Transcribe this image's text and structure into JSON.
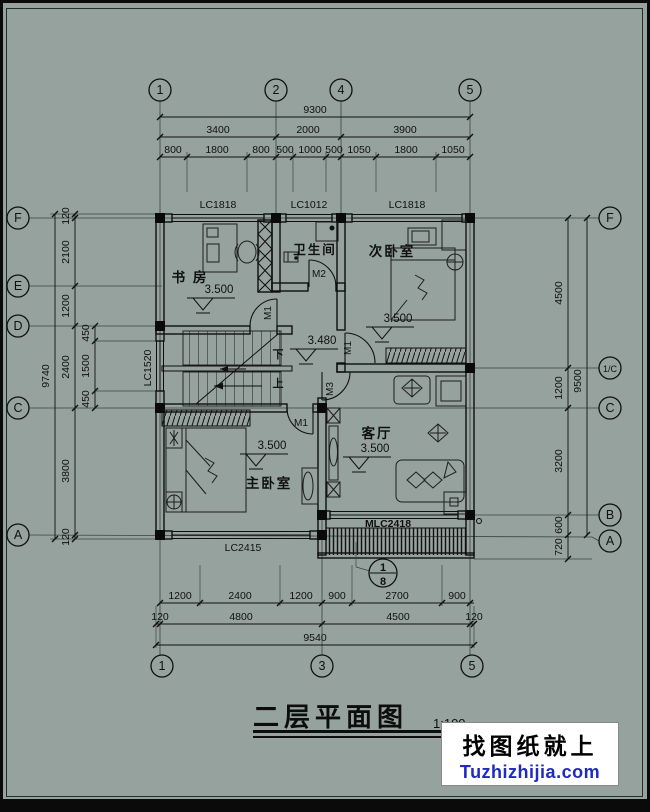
{
  "page": {
    "background": "#96a29e",
    "line_color": "#101010",
    "watermark_blue": "#1f2bbf"
  },
  "title": {
    "text": "二层平面图",
    "scale": "1:100"
  },
  "watermark": {
    "line1": "找图纸就上",
    "line2": "Tuzhizhijia.com"
  },
  "axes": {
    "top": [
      "1",
      "2",
      "4",
      "5"
    ],
    "bottom": [
      "1",
      "3",
      "5"
    ],
    "left": [
      "F",
      "E",
      "D",
      "C",
      "A"
    ],
    "right": [
      "F",
      "1/C",
      "C",
      "B",
      "A"
    ]
  },
  "dims": {
    "top": {
      "overall": "9300",
      "majors": [
        "3400",
        "2000",
        "3900"
      ],
      "details": [
        "800",
        "1800",
        "800",
        "500",
        "1000",
        "500",
        "1050",
        "1800",
        "1050"
      ]
    },
    "bottom": {
      "details": [
        "1200",
        "2400",
        "1200",
        "900",
        "2700",
        "900"
      ],
      "majors": [
        "120",
        "4800",
        "4500",
        "120"
      ],
      "overall": "9540"
    },
    "left": {
      "overall": "9740",
      "majors": [
        "120",
        "2100",
        "1200",
        "2400",
        "3800",
        "120"
      ],
      "inner": [
        "450",
        "1500",
        "450"
      ]
    },
    "right": {
      "majors": [
        "4500",
        "1200",
        "3200",
        "600",
        "720"
      ],
      "overall": "9500"
    }
  },
  "rooms": {
    "study": "书 房",
    "bath": "卫生间",
    "bed2": "次卧室",
    "living": "客厅",
    "master": "主卧室"
  },
  "levels": {
    "study": "3.500",
    "hall": "3.480",
    "bed2": "3.500",
    "living": "3.500",
    "master": "3.500"
  },
  "windows": {
    "top_left": "LC1818",
    "top_mid": "LC1012",
    "top_right": "LC1818",
    "left": "LC1520",
    "bottom": "LC2415",
    "balcony": "MLC2418"
  },
  "doors": {
    "study": "M1",
    "bath": "M2",
    "bed2": "M1",
    "living": "M3",
    "master": "M1"
  },
  "stairs": {
    "down": "下",
    "up": "上"
  },
  "detail_mark": {
    "num": "1",
    "den": "8"
  }
}
